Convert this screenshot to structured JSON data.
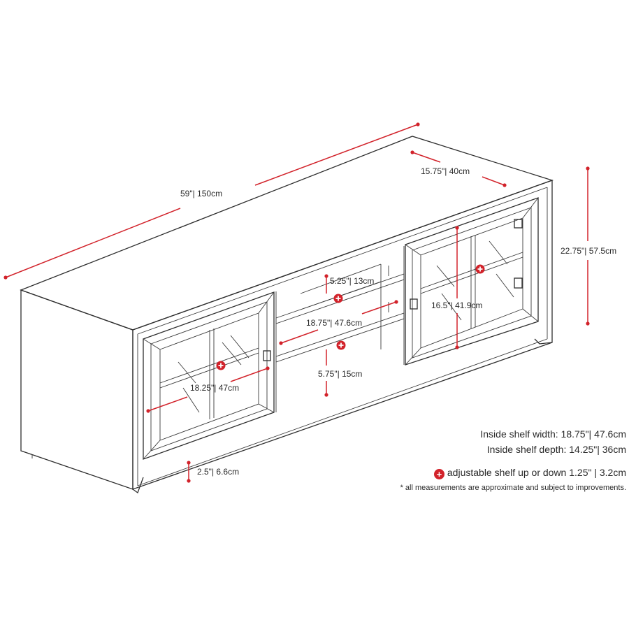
{
  "dimensions": {
    "width": "59\"| 150cm",
    "depth": "15.75\"| 40cm",
    "height": "22.75\"| 57.5cm",
    "shelf_gap_top": "5.25\"| 13cm",
    "middle_opening_width": "18.75\"| 47.6cm",
    "shelf_gap_bottom": "5.75\"| 15cm",
    "door_width": "18.25\"| 47cm",
    "door_height": "16.5\"| 41.9cm",
    "leg_height": "2.5\"| 6.6cm"
  },
  "notes": {
    "inside_shelf_width": "Inside shelf width: 18.75\"| 47.6cm",
    "inside_shelf_depth": "Inside shelf depth: 14.25\"| 36cm",
    "adjustable_icon": "+",
    "adjustable_shelf": "adjustable shelf up or down 1.25\" | 3.2cm",
    "disclaimer": "* all measurements are approximate and subject to improvements."
  },
  "colors": {
    "dimension_red": "#d2222a",
    "line_ink": "#2e2e2e"
  }
}
